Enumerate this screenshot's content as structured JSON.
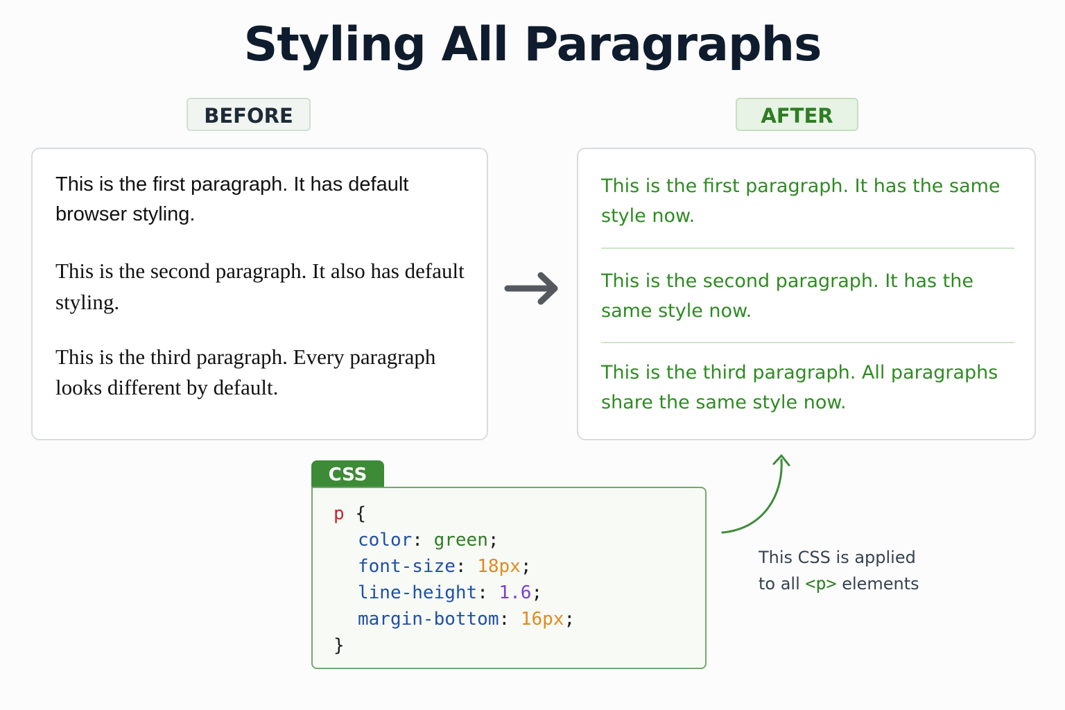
{
  "title": "Styling All Paragraphs",
  "before": {
    "label": "BEFORE",
    "paragraphs": [
      "This is the first paragraph. It has default browser styling.",
      "This is the second paragraph. It also has default styling.",
      "This is the third paragraph. Every paragraph looks different by default."
    ]
  },
  "after": {
    "label": "AFTER",
    "paragraphs": [
      "This is the first paragraph. It has the same style now.",
      "This is the second paragraph. It has the same style now.",
      "This is the third paragraph. All paragraphs share the same style now."
    ]
  },
  "arrow_icon": "right-arrow-icon",
  "css": {
    "tab_label": "CSS",
    "selector": "p",
    "open_brace": "{",
    "close_brace": "}",
    "rules": [
      {
        "property": "color",
        "value": "green"
      },
      {
        "property": "font-size",
        "value": "18px"
      },
      {
        "property": "line-height",
        "value": "1.6"
      },
      {
        "property": "margin-bottom",
        "value": "16px"
      }
    ],
    "colon": ":",
    "semicolon": ";"
  },
  "note": {
    "line1": "This CSS is applied",
    "line2_prefix": "to all ",
    "line2_tag": "<p>",
    "line2_suffix": " elements"
  },
  "colors": {
    "green": "#2e8b22",
    "selector_red": "#c0262d",
    "property_blue": "#1f4fa8",
    "number_orange": "#e08a1e",
    "number_purple": "#7c3fd0",
    "tab_green": "#3d8b37"
  }
}
